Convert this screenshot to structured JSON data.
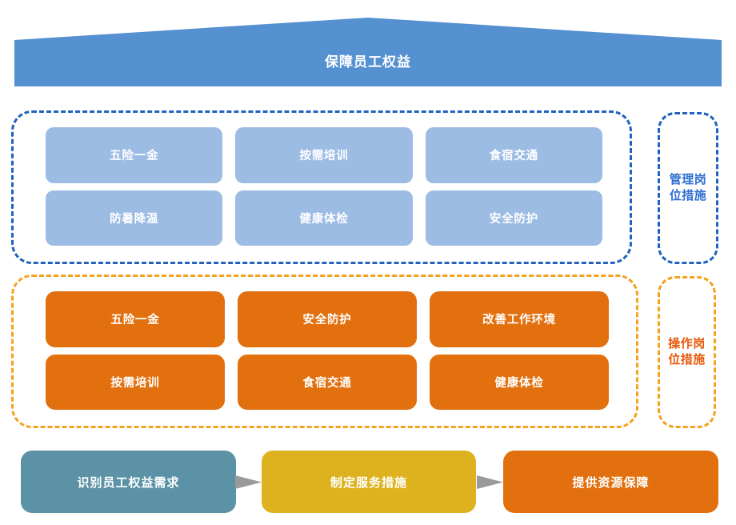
{
  "header": {
    "title": "保障员工权益",
    "shape": "pentagon-banner",
    "fill": "#5590d0",
    "text_color": "#ffffff"
  },
  "groups": [
    {
      "id": "management",
      "side_label": "管理岗位措施",
      "border_color": "#1f62bf",
      "box_fill": "#9cbce4",
      "items": [
        "五险一金",
        "按需培训",
        "食宿交通",
        "防暑降温",
        "健康体检",
        "安全防护"
      ]
    },
    {
      "id": "operation",
      "side_label": "操作岗位措施",
      "border_color": "#f5a21e",
      "box_fill": "#e2700e",
      "items": [
        "五险一金",
        "安全防护",
        "改善工作环境",
        "按需培训",
        "食宿交通",
        "健康体检"
      ]
    }
  ],
  "flow": {
    "arrow_color": "#9a9a9a",
    "steps": [
      {
        "label": "识别员工权益需求",
        "color": "#5b92a5"
      },
      {
        "label": "制定服务措施",
        "color": "#ddb21e"
      },
      {
        "label": "提供资源保障",
        "color": "#e2700e"
      }
    ]
  }
}
